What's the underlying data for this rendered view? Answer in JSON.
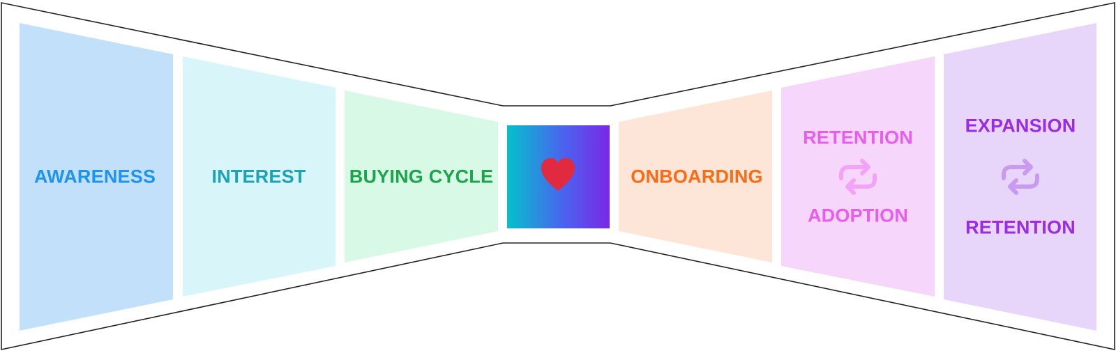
{
  "stages": [
    {
      "key": "awareness",
      "labels": [
        "AWARENESS"
      ],
      "fill": "#c3e0fb",
      "text": "#1f93f0",
      "icon": null
    },
    {
      "key": "interest",
      "labels": [
        "INTEREST"
      ],
      "fill": "#d8f5f9",
      "text": "#1ca3b8",
      "icon": null
    },
    {
      "key": "buying",
      "labels": [
        "BUYING CYCLE"
      ],
      "fill": "#d8f9e6",
      "text": "#1aa54a",
      "icon": null
    },
    {
      "key": "onboarding",
      "labels": [
        "ONBOARDING"
      ],
      "fill": "#fde5d8",
      "text": "#fa6b14",
      "icon": null
    },
    {
      "key": "retention",
      "labels": [
        "RETENTION",
        "ADOPTION"
      ],
      "fill": "#f6d6fb",
      "text": "#e85cf0",
      "icon": "repeat-icon",
      "icon_color": "#f3a3f7"
    },
    {
      "key": "expansion",
      "labels": [
        "EXPANSION",
        "RETENTION"
      ],
      "fill": "#e7d6f9",
      "text": "#9b2be6",
      "icon": "repeat-icon",
      "icon_color": "#c99af2"
    }
  ],
  "center": {
    "icon": "heart-icon",
    "gradient": [
      "#03c1cc",
      "#4a63ef",
      "#7a28e5"
    ],
    "heart_color": "#e1293f"
  },
  "outline_color": "#222222"
}
